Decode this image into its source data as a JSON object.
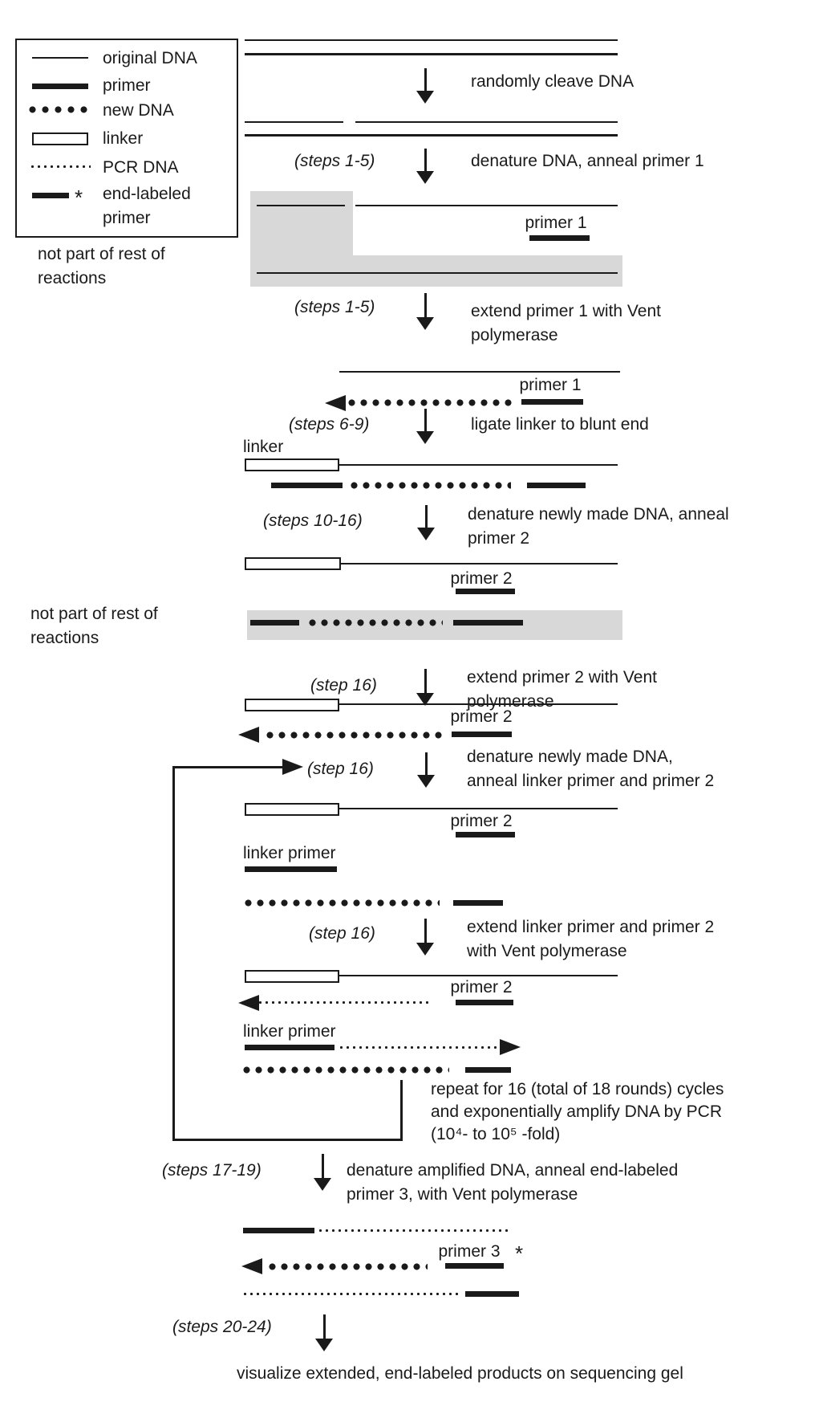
{
  "colors": {
    "ink": "#1a1a1a",
    "shade": "#d8d8d8"
  },
  "legend": {
    "items": [
      {
        "name": "original-dna",
        "label": "original DNA"
      },
      {
        "name": "primer",
        "label": "primer"
      },
      {
        "name": "new-dna",
        "label": "new DNA"
      },
      {
        "name": "linker",
        "label": "linker"
      },
      {
        "name": "pcr-dna",
        "label": "PCR DNA"
      },
      {
        "name": "end-labeled-primer",
        "label": "end-labeled\nprimer",
        "marker": "*"
      }
    ],
    "note": "not part of rest of\nreactions"
  },
  "flow": {
    "note_mid": "not part of rest of\nreactions",
    "step_labels": [
      "(steps 1-5)",
      "(steps 1-5)",
      "(steps 6-9)",
      "(steps 10-16)",
      "(step 16)",
      "(step 16)",
      "(step 16)",
      "(steps 17-19)",
      "(steps 20-24)"
    ],
    "actions": [
      "randomly cleave DNA",
      "denature DNA, anneal primer 1",
      "extend primer 1 with Vent\npolymerase",
      "ligate linker to blunt end",
      "denature newly made DNA, anneal\nprimer 2",
      "extend primer 2 with Vent\npolymerase",
      "denature newly made DNA,\nanneal linker primer and primer 2",
      "extend linker primer and primer 2\nwith Vent polymerase",
      "denature amplified DNA, anneal end-labeled\nprimer 3, with Vent polymerase",
      "visualize extended, end-labeled products on sequencing gel"
    ],
    "labels": {
      "primer1": "primer 1",
      "primer2": "primer 2",
      "linker": "linker",
      "linker_primer": "linker primer",
      "primer3": "primer 3",
      "asterisk": "*"
    },
    "repeat_note": "repeat for 16 (total of 18 rounds) cycles\nand exponentially amplify DNA by PCR\n(10⁴- to 10⁵ -fold)"
  }
}
